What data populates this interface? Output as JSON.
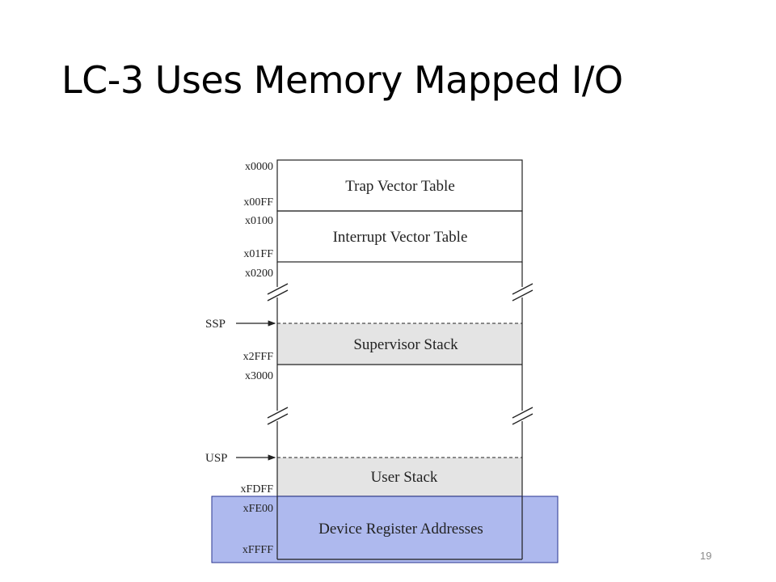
{
  "title": "LC-3 Uses Memory Mapped I/O",
  "page_number": "19",
  "regions": [
    {
      "label": "Trap Vector Table"
    },
    {
      "label": "Interrupt Vector Table"
    },
    {
      "label": "Supervisor Stack"
    },
    {
      "label": "User Stack"
    },
    {
      "label": "Device Register Addresses"
    }
  ],
  "addresses": {
    "a0000": "x0000",
    "a00FF": "x00FF",
    "a0100": "x0100",
    "a01FF": "x01FF",
    "a0200": "x0200",
    "a2FFF": "x2FFF",
    "a3000": "x3000",
    "aFDFF": "xFDFF",
    "aFE00": "xFE00",
    "aFFFF": "xFFFF"
  },
  "pointers": {
    "ssp": "SSP",
    "usp": "USP"
  },
  "colors": {
    "stack_fill": "#e4e4e4",
    "highlight_fill": "#9aa8ea",
    "highlight_border": "#2a3590"
  }
}
